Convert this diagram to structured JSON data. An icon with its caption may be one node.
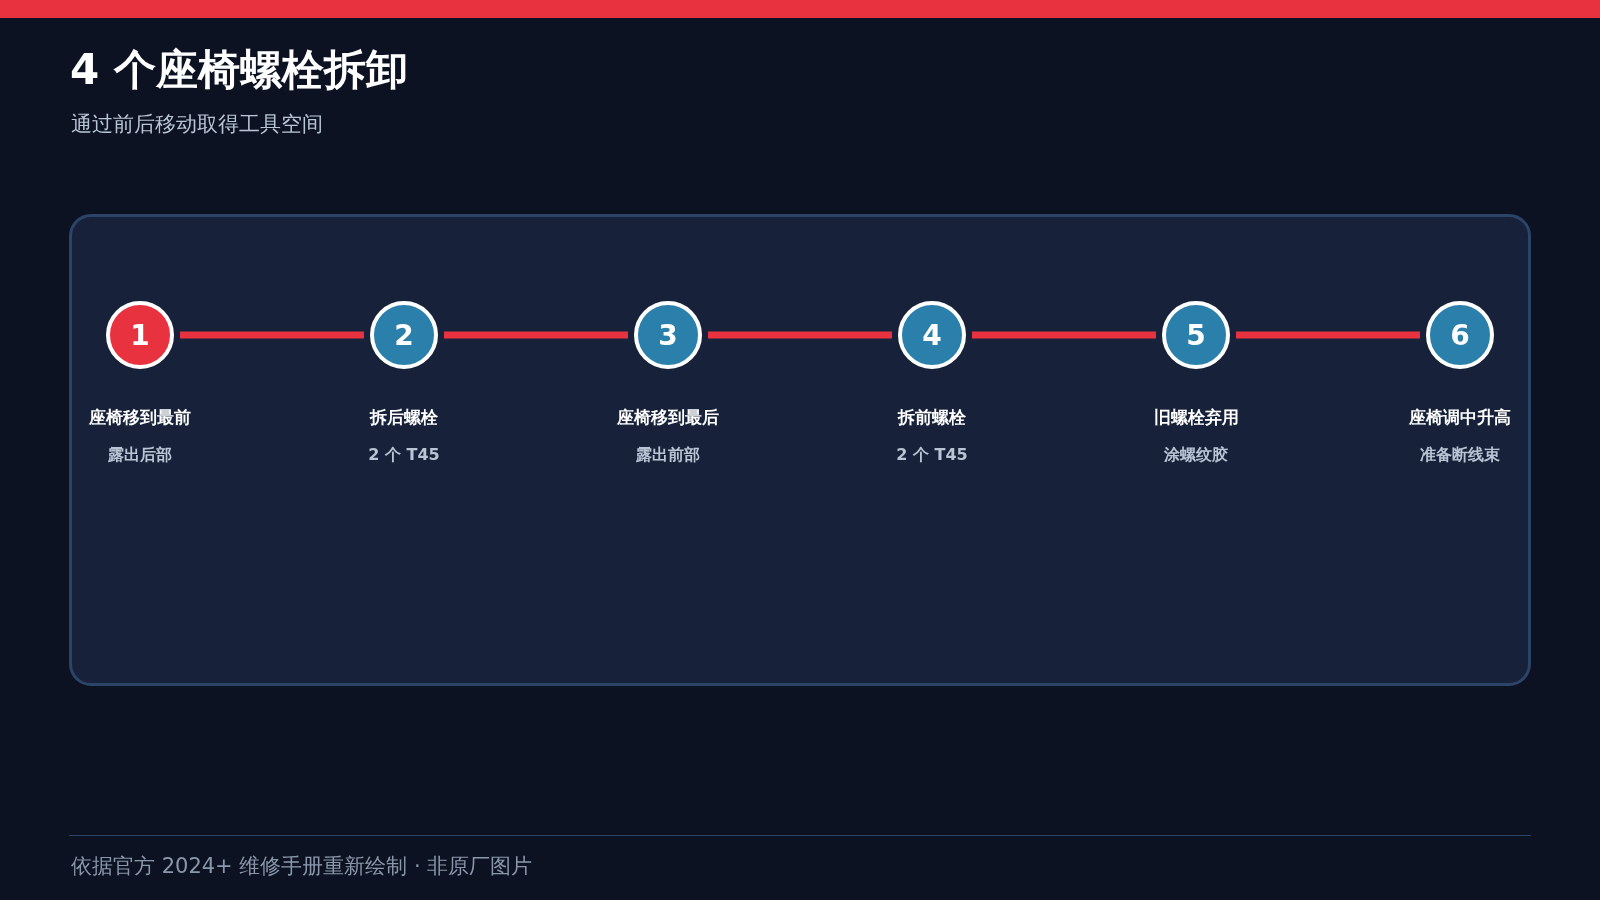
{
  "diagram": {
    "title": "4 个座椅螺栓拆卸",
    "caption": "通过前后移动取得工具空间",
    "nodes": [
      {
        "text": [
          "1"
        ],
        "beside": [
          "座椅移到最前",
          "露出后部"
        ]
      },
      {
        "text": [
          "2"
        ],
        "beside": [
          "拆后螺栓",
          "2 个 T45"
        ]
      },
      {
        "text": [
          "3"
        ],
        "beside": [
          "座椅移到最后",
          "露出前部"
        ]
      },
      {
        "text": [
          "4"
        ],
        "beside": [
          "拆前螺栓",
          "2 个 T45"
        ]
      },
      {
        "text": [
          "5"
        ],
        "beside": [
          "旧螺栓弃用",
          "涂螺纹胶"
        ]
      },
      {
        "text": [
          "6"
        ],
        "beside": [
          "座椅调中升高",
          "准备断线束"
        ]
      }
    ],
    "edges": [
      {
        "from": 0,
        "to": 1,
        "arrow": "none"
      },
      {
        "from": 1,
        "to": 2,
        "arrow": "none"
      },
      {
        "from": 2,
        "to": 3,
        "arrow": "none"
      },
      {
        "from": 3,
        "to": 4,
        "arrow": "none"
      },
      {
        "from": 4,
        "to": 5,
        "arrow": "none"
      }
    ],
    "labels": [
      "依据官方 2024+ 维修手册重新绘制 · 非原厂图片"
    ]
  }
}
